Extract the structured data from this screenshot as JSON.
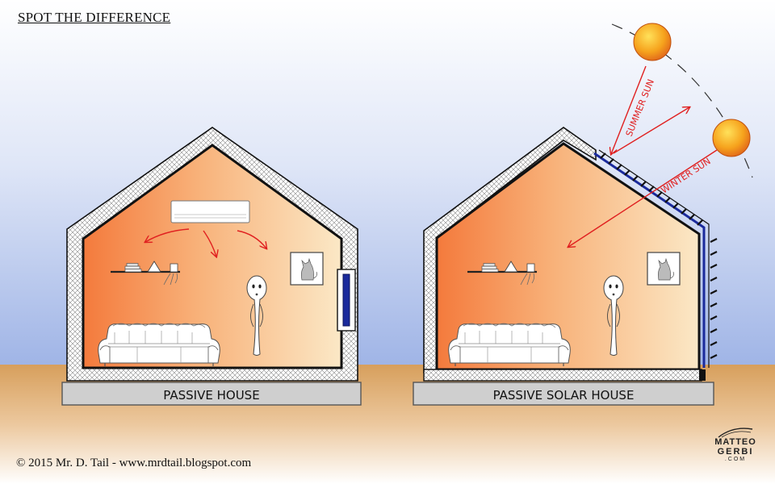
{
  "title": "SPOT THE DIFFERENCE",
  "houses": [
    {
      "label": "PASSIVE HOUSE"
    },
    {
      "label": "PASSIVE SOLAR HOUSE"
    }
  ],
  "sun_labels": {
    "summer": "SUMMER SUN",
    "winter": "WINTER SUN"
  },
  "footer": {
    "copyright": "© 2015 Mr. D. Tail - www.mrdtail.blogspot.com"
  },
  "logo": {
    "line1": "MATTEO",
    "line2": "GERBI",
    "line3": ".COM"
  },
  "colors": {
    "sky_top": "#ffffff",
    "sky_bottom": "#9fb4e6",
    "ground": "#d9a86c",
    "interior_warm": "#f4874a",
    "interior_light": "#fbe6c0",
    "slab": "#cfcfcf",
    "arrow_red": "#e02020",
    "window_blue": "#1a2a9c",
    "sun_orange": "#f39a1c"
  },
  "icons": [
    "sofa-icon",
    "person-figure-icon",
    "cat-picture-icon",
    "air-conditioner-icon",
    "shelf-icon",
    "sun-icon"
  ]
}
